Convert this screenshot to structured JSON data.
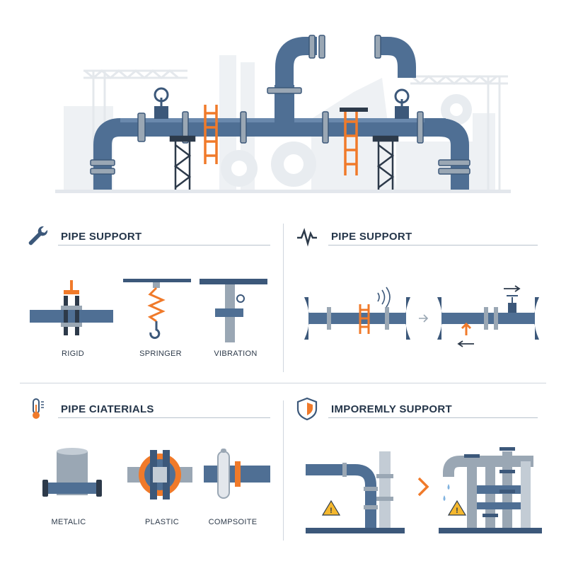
{
  "panels": {
    "top_left": {
      "title": "PIPE SUPPORT",
      "icon": "wrench-icon",
      "items": [
        {
          "label": "RIGID"
        },
        {
          "label": "SPRINGER"
        },
        {
          "label": "VIBRATION"
        }
      ]
    },
    "top_right": {
      "title": "PIPE SUPPORT",
      "icon": "wave-icon"
    },
    "bottom_left": {
      "title": "PIPE CIATERIALS",
      "icon": "thermometer-icon",
      "items": [
        {
          "label": "METALIC"
        },
        {
          "label": "PLASTIC"
        },
        {
          "label": "COMPSOITE"
        }
      ]
    },
    "bottom_right": {
      "title": "IMPOREMLY SUPPORT",
      "icon": "shield-icon"
    }
  },
  "colors": {
    "pipe": "#4f6f94",
    "pipe_dark": "#3c587a",
    "accent": "#f07a2a",
    "background_structures": "#eef1f4",
    "steel": "#9aa7b4",
    "warning": "#f5b82e"
  }
}
